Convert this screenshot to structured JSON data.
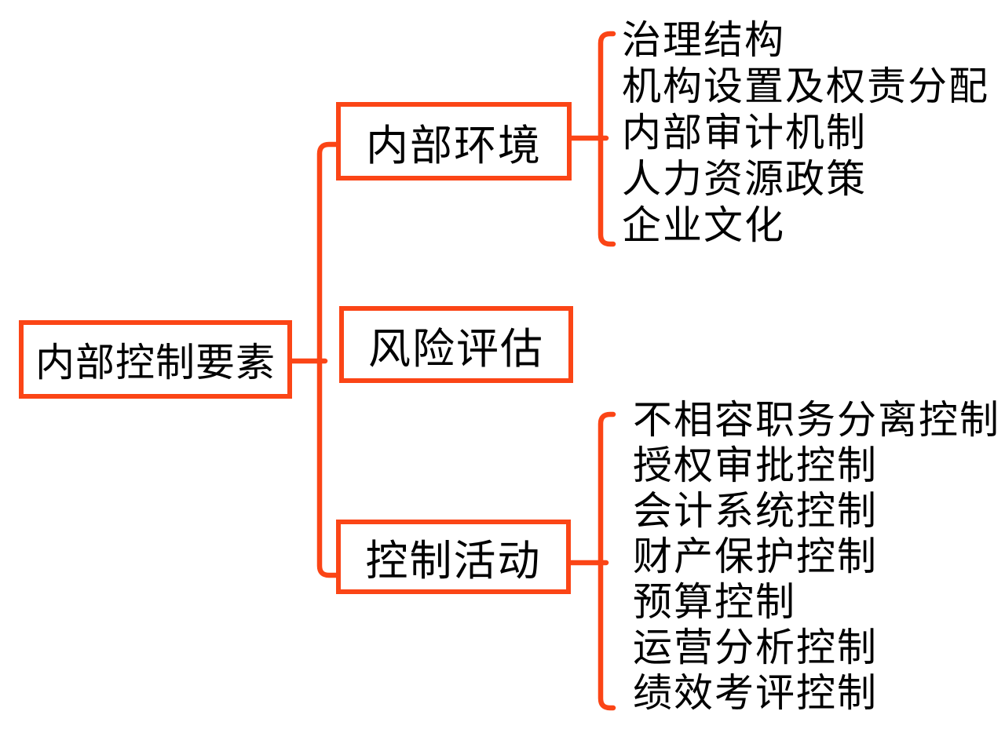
{
  "diagram": {
    "root": {
      "label": "内部控制要素"
    },
    "branches": [
      {
        "id": "internal-environment",
        "label": "内部环境",
        "children": [
          "治理结构",
          "机构设置及权责分配",
          "内部审计机制",
          "人力资源政策",
          "企业文化"
        ]
      },
      {
        "id": "risk-assessment",
        "label": "风险评估",
        "children": []
      },
      {
        "id": "control-activities",
        "label": "控制活动",
        "children": [
          "不相容职务分离控制",
          "授权审批控制",
          "会计系统控制",
          "财产保护控制",
          "预算控制",
          "运营分析控制",
          "绩效考评控制"
        ]
      }
    ]
  },
  "colors": {
    "accent": "#fb4516",
    "text": "#000000",
    "background": "#ffffff"
  }
}
